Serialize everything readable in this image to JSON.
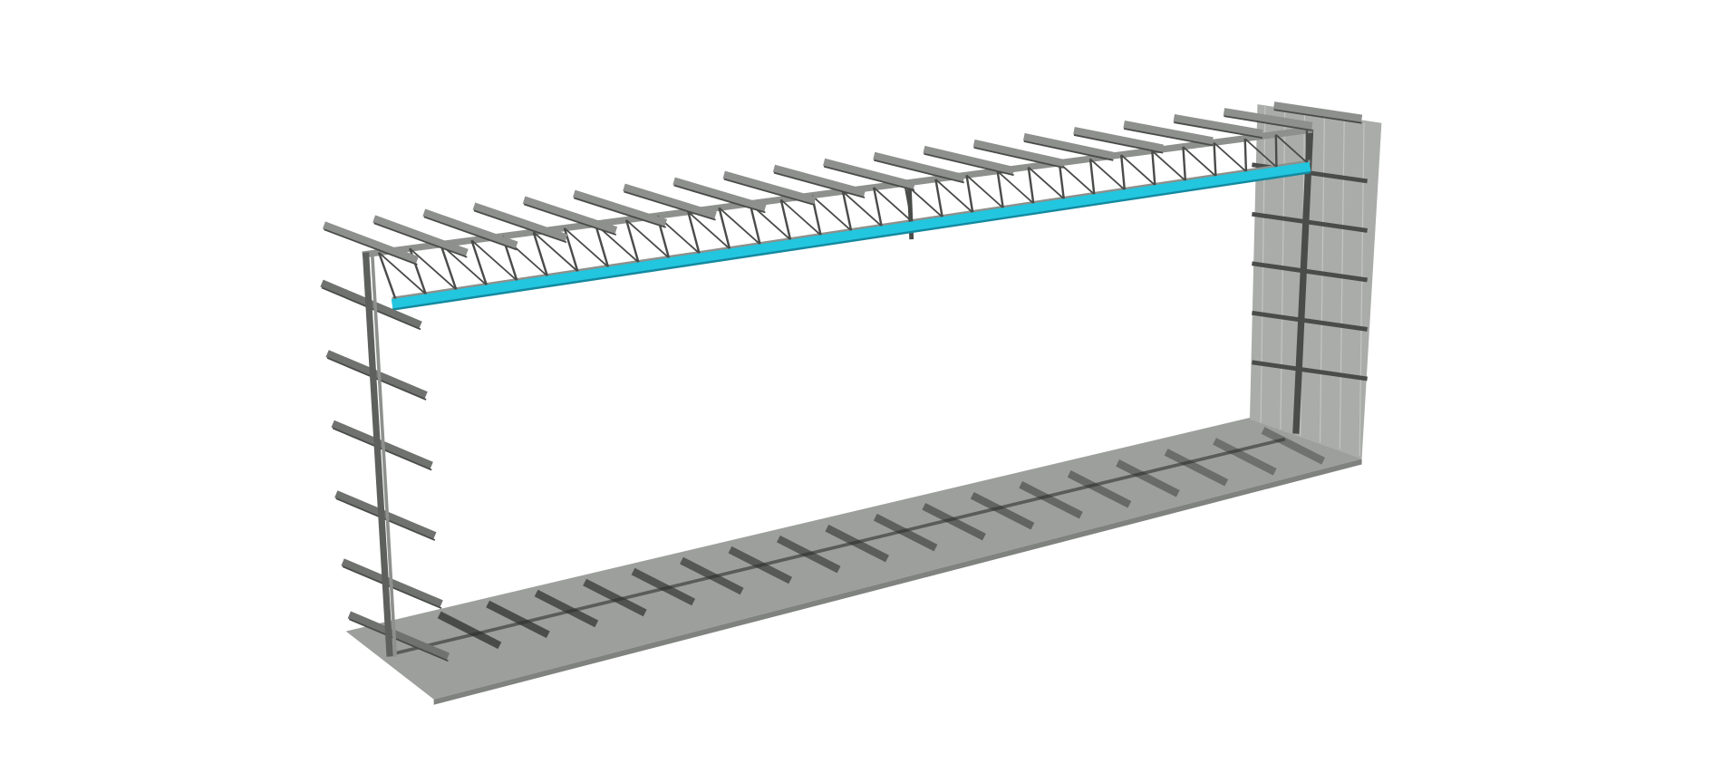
{
  "scene": {
    "subject": "steel-frame-structure-render",
    "colors": {
      "background": "#ffffff",
      "floor": "#9c9f9b",
      "wall": "#a9aca8",
      "steel": "#8d908c",
      "steel_dark": "#4a4c4a",
      "beam_highlight": "#22c6df",
      "shadow": "#2e302e"
    },
    "purlin_count": 20,
    "column_arm_count": 6
  }
}
